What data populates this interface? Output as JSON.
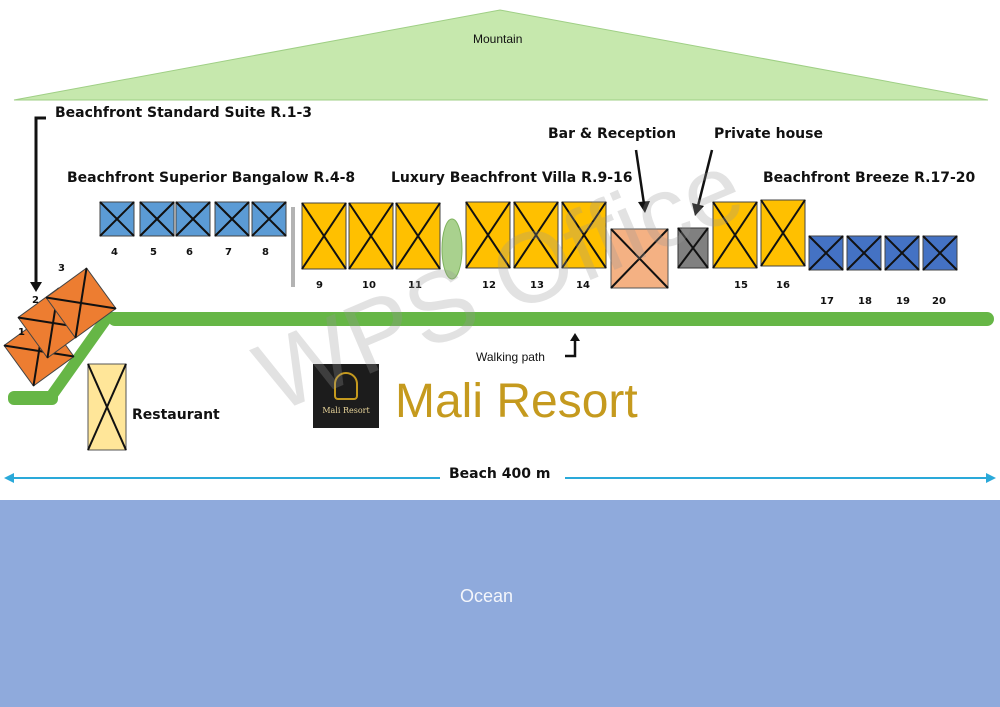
{
  "mountain": {
    "label": "Mountain",
    "color": "#c6e8ad"
  },
  "ocean": {
    "label": "Ocean",
    "color": "#8faadc"
  },
  "beach": {
    "label": "Beach 400 m",
    "color": "#2aa9d9"
  },
  "walking_path": {
    "label": "Walking path",
    "color": "#66b646"
  },
  "brand": {
    "name": "Mali Resort",
    "logo_text": "Mali Resort",
    "color": "#c59a1e"
  },
  "watermark": "WPS Office",
  "zones": {
    "standard_suite": "Beachfront Standard Suite R.1-3",
    "superior_bangalow": "Beachfront Superior Bangalow R.4-8",
    "luxury_villa": "Luxury Beachfront Villa R.9-16",
    "breeze": "Beachfront Breeze R.17-20",
    "bar_reception": "Bar & Reception",
    "private_house": "Private house",
    "restaurant": "Restaurant"
  },
  "colors": {
    "standard_suite": "#ed7d31",
    "superior_bangalow": "#5b9bd5",
    "luxury_villa": "#ffc000",
    "breeze": "#4472c4",
    "bar_reception": "#f4b183",
    "private_house": "#808080",
    "restaurant": "#ffe699",
    "pond": "#a9d18e"
  },
  "rooms": [
    "1",
    "2",
    "3",
    "4",
    "5",
    "6",
    "7",
    "8",
    "9",
    "10",
    "11",
    "12",
    "13",
    "14",
    "15",
    "16",
    "17",
    "18",
    "19",
    "20"
  ]
}
